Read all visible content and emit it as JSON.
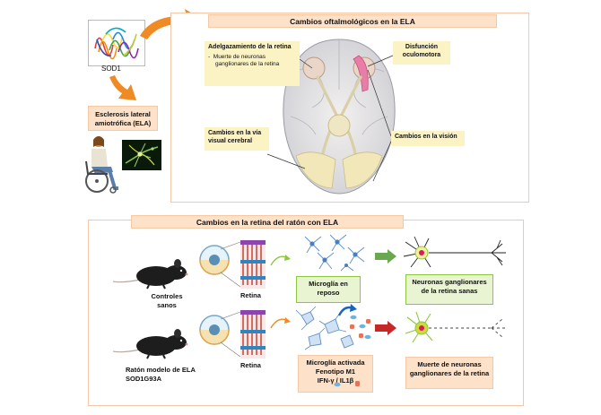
{
  "top": {
    "sod1_label": "SOD1",
    "ela_box": "Esclerosis lateral amiotrófica (ELA)",
    "panel_title": "Cambios oftalmológicos en la ELA",
    "retina_thinning": "Adelgazamiento de la retina",
    "retina_thinning_bullet": "Muerte de neuronas ganglionares de la retina",
    "oculomotor": "Disfunción oculomotora",
    "visual_pathway": "Cambios en la vía visual cerebral",
    "vision_changes": "Cambios en la visión"
  },
  "bottom": {
    "panel_title": "Cambios en la retina del ratón con ELA",
    "controls_label": "Controles sanos",
    "retina_label_1": "Retina",
    "retina_label_2": "Retina",
    "model_label": "Ratón modelo de ELA SOD1G93A",
    "microglia_rest": "Microglía en reposo",
    "microglia_active": "Microglía activada Fenotipo M1",
    "cytokines": "IFN-γ  / IL1β",
    "rgc_healthy": "Neuronas ganglionares de la retina sanas",
    "rgc_death": "Muerte de neuronas ganglionares de la retina"
  },
  "colors": {
    "orange_arrow": "#f08a24",
    "panel_border": "#f4c8a6",
    "header_fill": "#fde1c8",
    "yellow_box": "#fcf3c4",
    "green_box": "#e9f4d3",
    "green_arrow": "#6aa84f",
    "red_arrow": "#c62828"
  }
}
